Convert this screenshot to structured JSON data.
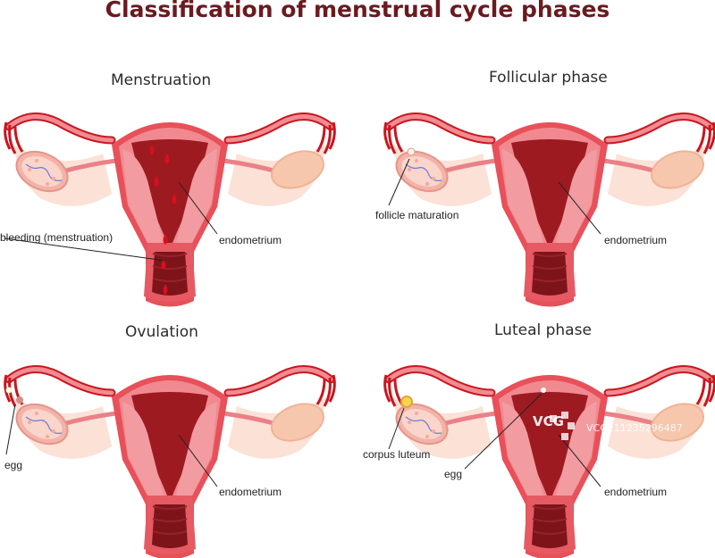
{
  "title": "Classification of menstrual cycle phases",
  "panels": {
    "menstruation": {
      "heading": "Menstruation",
      "labels": {
        "endometrium": "endometrium",
        "bleeding": "bleeding (menstruation)"
      }
    },
    "follicular": {
      "heading": "Follicular phase",
      "labels": {
        "endometrium": "endometrium",
        "follicle": "follicle maturation"
      }
    },
    "ovulation": {
      "heading": "Ovulation",
      "labels": {
        "endometrium": "endometrium",
        "egg": "egg"
      }
    },
    "luteal": {
      "heading": "Luteal phase",
      "labels": {
        "endometrium": "endometrium",
        "corpus_luteum": "corpus luteum",
        "egg": "egg"
      }
    }
  },
  "watermark": {
    "logo": "VCG",
    "id": "VCG211235296487"
  },
  "colors": {
    "title": "#6b1a1f",
    "uterus_outer": "#e8505a",
    "uterus_inner": "#f39aa0",
    "cavity": "#9e1a21",
    "blood": "#d8101c",
    "ovary": "#f7c9b8",
    "ligament": "#fbe1d6"
  }
}
